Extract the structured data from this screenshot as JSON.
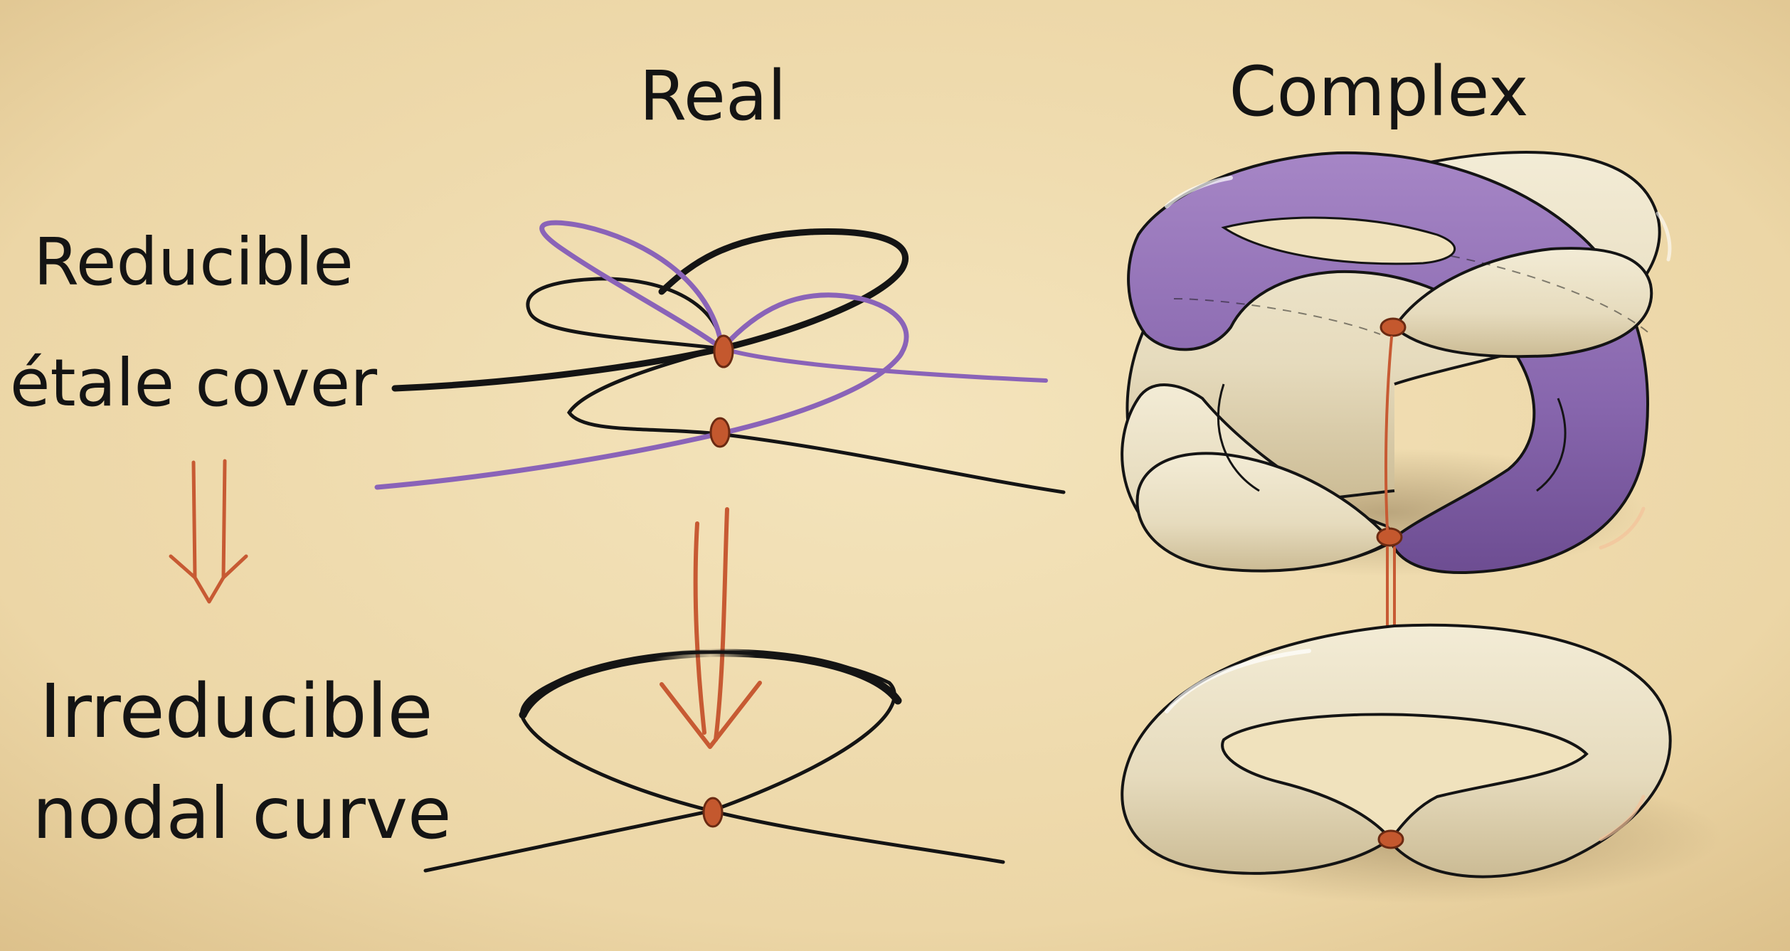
{
  "columns": {
    "real": "Real",
    "complex": "Complex"
  },
  "rows": {
    "top_line1": "Reducible",
    "top_line2": "étale cover",
    "bottom_line1": "Irreducible",
    "bottom_line2": "nodal curve"
  },
  "colors": {
    "paper": "#efdcae",
    "ink": "#141414",
    "purple": "#8a63b8",
    "node": "#c4582e",
    "arrow": "#c75a33",
    "torus_cream": "#e9dfc4",
    "torus_purple": "#8c6bae"
  }
}
